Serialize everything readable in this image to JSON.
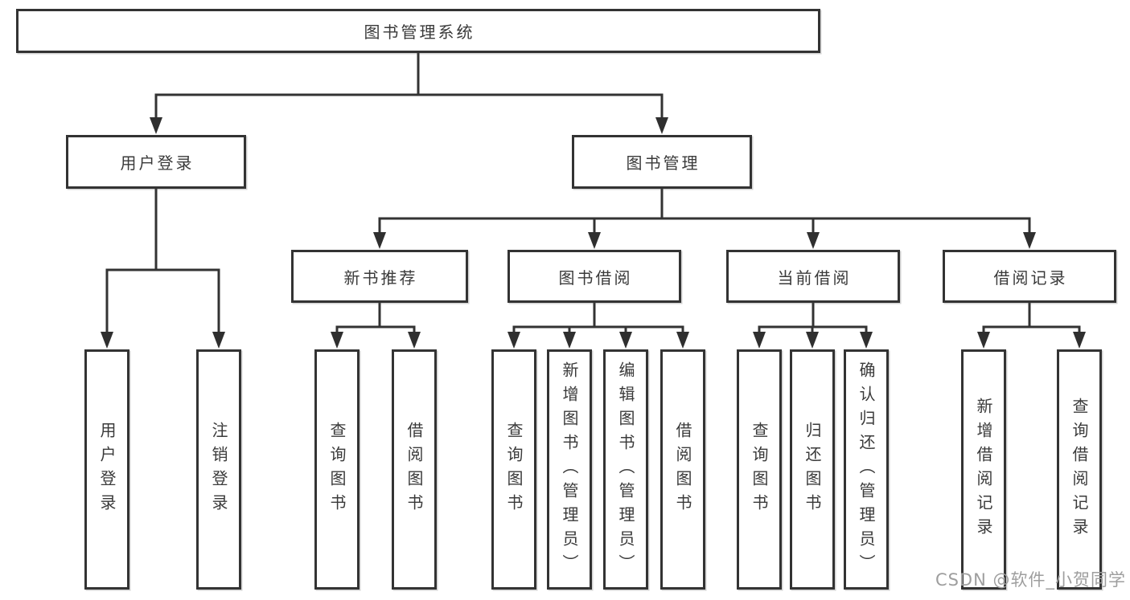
{
  "tree": {
    "label": "图书管理系统",
    "children": [
      {
        "label": "用户登录",
        "children": [
          {
            "label": "用户登录"
          },
          {
            "label": "注销登录"
          }
        ]
      },
      {
        "label": "图书管理",
        "children": [
          {
            "label": "新书推荐",
            "children": [
              {
                "label": "查询图书"
              },
              {
                "label": "借阅图书"
              }
            ]
          },
          {
            "label": "图书借阅",
            "children": [
              {
                "label": "查询图书"
              },
              {
                "label": "新增图书（管理员）"
              },
              {
                "label": "编辑图书（管理员）"
              },
              {
                "label": "借阅图书"
              }
            ]
          },
          {
            "label": "当前借阅",
            "children": [
              {
                "label": "查询图书"
              },
              {
                "label": "归还图书"
              },
              {
                "label": "确认归还（管理员）"
              }
            ]
          },
          {
            "label": "借阅记录",
            "children": [
              {
                "label": "新增借阅记录"
              },
              {
                "label": "查询借阅记录"
              }
            ]
          }
        ]
      }
    ]
  },
  "watermark": {
    "text": "CSDN @软件_小贺同学"
  },
  "colors": {
    "line": "#333333",
    "border": "#333333",
    "text": "#3a3a3a",
    "background": "#ffffff",
    "watermark": "#9e9e9e"
  }
}
